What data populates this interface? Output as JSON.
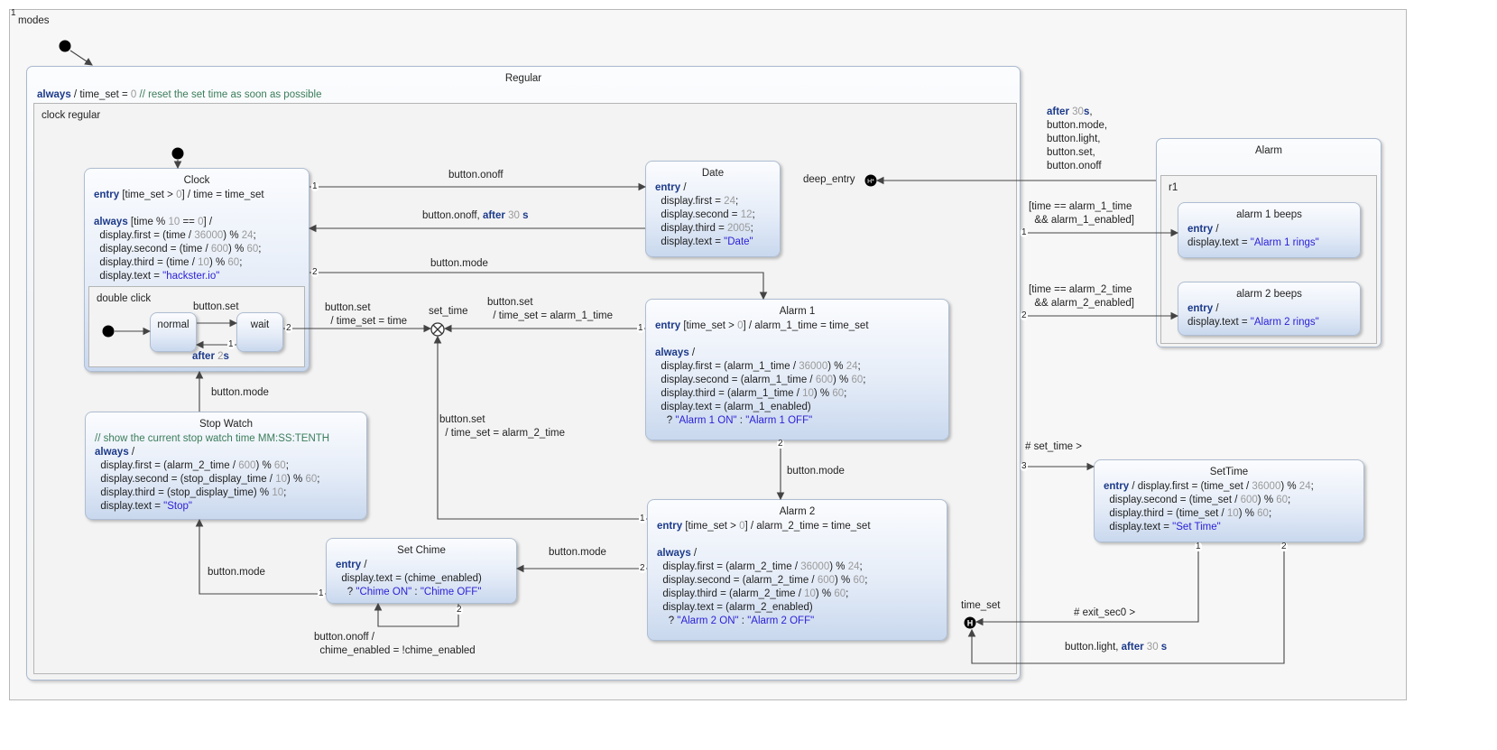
{
  "outer": {
    "priority": "1",
    "name": "modes"
  },
  "composites": [
    {
      "key": "regular",
      "name": "Regular",
      "lines": [
        "always / time_set = 0 // reset the set time as soon as possible"
      ]
    },
    {
      "key": "alarm",
      "name": "Alarm",
      "lines": []
    }
  ],
  "regions": [
    {
      "key": "clock_regular",
      "name": "clock regular"
    },
    {
      "key": "double_click",
      "name": "double click"
    },
    {
      "key": "r1",
      "name": "r1"
    }
  ],
  "states": [
    {
      "key": "clock",
      "name": "Clock",
      "lines": [
        "entry [time_set > 0] / time = time_set",
        "",
        "always [time % 10 == 0] /",
        "  display.first = (time / 36000) % 24;",
        "  display.second = (time / 600) % 60;",
        "  display.third = (time / 10) % 60;",
        "  display.text = \"hackster.io\""
      ]
    },
    {
      "key": "normal",
      "name": "normal",
      "lines": []
    },
    {
      "key": "wait",
      "name": "wait",
      "lines": []
    },
    {
      "key": "date",
      "name": "Date",
      "lines": [
        "entry /",
        "  display.first = 24;",
        "  display.second = 12;",
        "  display.third = 2005;",
        "  display.text = \"Date\""
      ]
    },
    {
      "key": "alarm1",
      "name": "Alarm 1",
      "lines": [
        "entry [time_set > 0] / alarm_1_time = time_set",
        "",
        "always /",
        "  display.first = (alarm_1_time / 36000) % 24;",
        "  display.second = (alarm_1_time / 600) % 60;",
        "  display.third = (alarm_1_time / 10) % 60;",
        "  display.text = (alarm_1_enabled)",
        "    ? \"Alarm 1 ON\" : \"Alarm 1 OFF\""
      ]
    },
    {
      "key": "alarm2",
      "name": "Alarm 2",
      "lines": [
        "entry [time_set > 0] / alarm_2_time = time_set",
        "",
        "always /",
        "  display.first = (alarm_2_time / 36000) % 24;",
        "  display.second = (alarm_2_time / 600) % 60;",
        "  display.third = (alarm_2_time / 10) % 60;",
        "  display.text = (alarm_2_enabled)",
        "    ? \"Alarm 2 ON\" : \"Alarm 2 OFF\""
      ]
    },
    {
      "key": "stopwatch",
      "name": "Stop Watch",
      "lines": [
        "// show the current stop watch time MM:SS:TENTH",
        "always /",
        "  display.first = (alarm_2_time / 600) % 60;",
        "  display.second = (stop_display_time / 10) % 60;",
        "  display.third = (stop_display_time) % 10;",
        "  display.text = \"Stop\""
      ]
    },
    {
      "key": "setchime",
      "name": "Set Chime",
      "lines": [
        "entry /",
        "  display.text = (chime_enabled)",
        "    ? \"Chime ON\" : \"Chime OFF\""
      ]
    },
    {
      "key": "beeps1",
      "name": "alarm 1 beeps",
      "lines": [
        "entry /",
        "display.text = \"Alarm 1 rings\""
      ]
    },
    {
      "key": "beeps2",
      "name": "alarm 2 beeps",
      "lines": [
        "entry /",
        "display.text = \"Alarm 2 rings\""
      ]
    },
    {
      "key": "settime",
      "name": "SetTime",
      "lines": [
        "entry / display.first = (time_set / 36000) % 24;",
        "  display.second = (time_set / 600) % 60;",
        "  display.third = (time_set / 10) % 60;",
        "  display.text = \"Set Time\""
      ]
    }
  ],
  "pseudostates": {
    "deep_entry": "deep_entry",
    "set_time": "set_time",
    "time_set": "time_set",
    "deep_history_symbol": "H*",
    "history_symbol": "H"
  },
  "transitions": [
    {
      "priority": "1",
      "label": [
        "button.onoff"
      ]
    },
    {
      "priority": "",
      "label": [
        "button.onoff, after 30 s"
      ]
    },
    {
      "priority": "2",
      "label": [
        "button.mode"
      ]
    },
    {
      "priority": "2",
      "label": [
        "button.set",
        "  / time_set = time"
      ]
    },
    {
      "priority": "1",
      "label": [
        "button.set",
        "  / time_set = alarm_1_time"
      ]
    },
    {
      "priority": "1",
      "label": [
        "button.set",
        "  / time_set = alarm_2_time"
      ]
    },
    {
      "priority": "2",
      "label": [
        "button.mode"
      ]
    },
    {
      "priority": "2",
      "label": [
        "button.mode"
      ]
    },
    {
      "priority": "1",
      "label": [
        "button.mode"
      ]
    },
    {
      "priority": "",
      "label": [
        "button.mode"
      ]
    },
    {
      "priority": "2",
      "label": [
        "button.onoff /",
        "  chime_enabled = !chime_enabled"
      ]
    },
    {
      "priority": "",
      "label": [
        "button.set"
      ]
    },
    {
      "priority": "1",
      "label": [
        "after 2s"
      ]
    },
    {
      "priority": "",
      "label": [
        "after 30s,",
        "button.mode,",
        "button.light,",
        "button.set,",
        "button.onoff"
      ]
    },
    {
      "priority": "1",
      "label": [
        "[time == alarm_1_time",
        "  && alarm_1_enabled]"
      ]
    },
    {
      "priority": "2",
      "label": [
        "[time == alarm_2_time",
        "  && alarm_2_enabled]"
      ]
    },
    {
      "priority": "3",
      "label": [
        "# set_time >"
      ]
    },
    {
      "priority": "1",
      "label": [
        "# exit_sec0 >"
      ]
    },
    {
      "priority": "2",
      "label": [
        "button.light, after 30 s"
      ]
    },
    {
      "priority": "",
      "label": []
    },
    {
      "priority": "",
      "label": []
    },
    {
      "priority": "",
      "label": []
    }
  ]
}
